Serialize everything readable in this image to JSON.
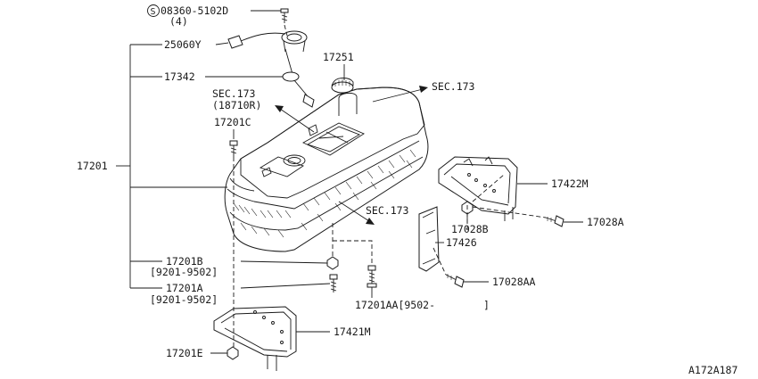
{
  "labels": {
    "screw_part": "08360-5102D",
    "screw_qty": "(4)",
    "gauge_unit": "25060Y",
    "packing": "17342",
    "filler_cap": "17251",
    "sec173_top": "SEC.173",
    "sec173_left": "SEC.173",
    "sec173_left_sub": "(18710R)",
    "bolt_c": "17201C",
    "tank_assy": "17201",
    "sec173_mid": "SEC.173",
    "protector_right": "17422M",
    "bolt_17028a": "17028A",
    "nut_17028b": "17028B",
    "bracket_17426": "17426",
    "bolt_17028aa": "17028AA",
    "bolt_b": "17201B",
    "bolt_b_range": "[9201-9502]",
    "bolt_a": "17201A",
    "bolt_a_range": "[9201-9502]",
    "bolt_aa": "17201AA[9502-",
    "bolt_aa_close": "]",
    "protector_left": "17421M",
    "nut_e": "17201E",
    "figure_code": "A172A187"
  },
  "icons": {
    "screw_symbol": "S-circle-symbol"
  }
}
